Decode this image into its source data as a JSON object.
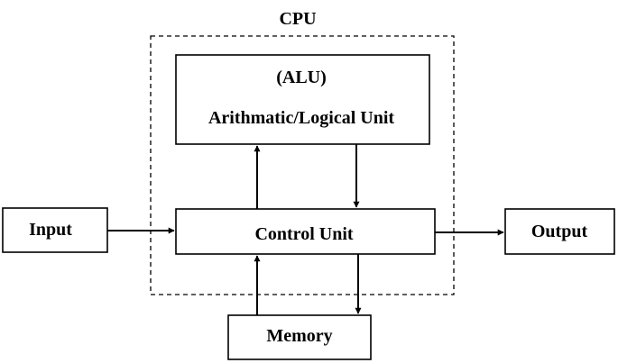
{
  "cpu": {
    "label": "CPU"
  },
  "alu": {
    "abbr": "(ALU)",
    "name": "Arithmatic/Logical Unit"
  },
  "control_unit": {
    "label": "Control Unit"
  },
  "input": {
    "label": "Input"
  },
  "output": {
    "label": "Output"
  },
  "memory": {
    "label": "Memory"
  },
  "colors": {
    "stroke": "#000000",
    "background": "#ffffff"
  }
}
